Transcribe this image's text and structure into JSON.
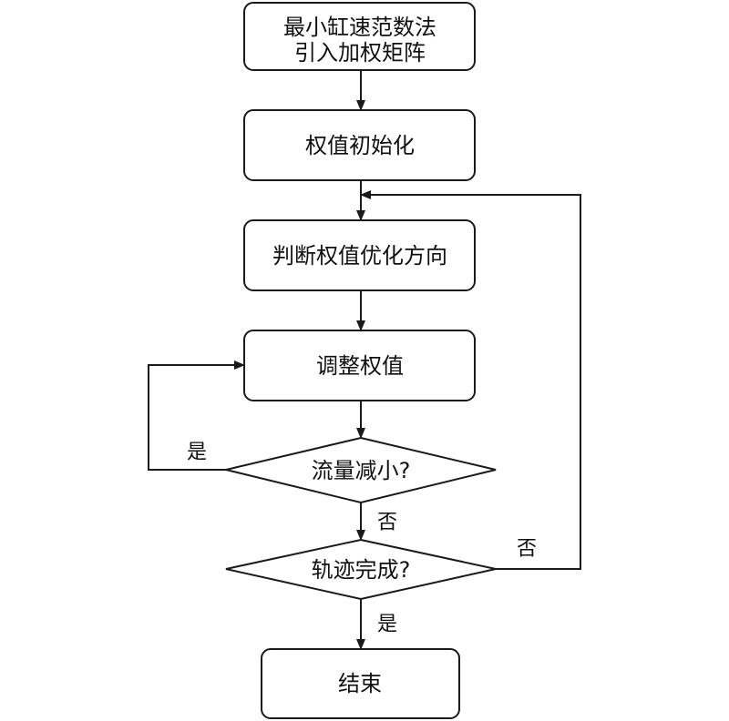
{
  "flowchart": {
    "nodes": {
      "init_method": {
        "lines": [
          "最小缸速范数法",
          "引入加权矩阵"
        ]
      },
      "weight_init": {
        "text": "权值初始化"
      },
      "judge_direction": {
        "text": "判断权值优化方向"
      },
      "adjust_weight": {
        "text": "调整权值"
      },
      "flow_decrease": {
        "text": "流量减小?"
      },
      "trajectory_done": {
        "text": "轨迹完成?"
      },
      "end": {
        "text": "结束"
      }
    },
    "edges": {
      "flow_yes": "是",
      "flow_no": "否",
      "traj_no": "否",
      "traj_yes": "是"
    }
  }
}
